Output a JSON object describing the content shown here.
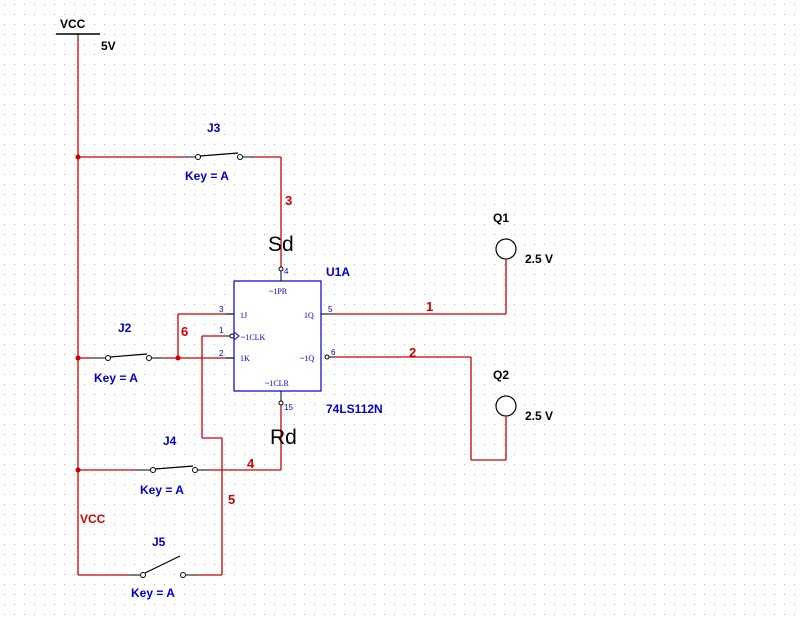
{
  "colors": {
    "wire": "#cc0000",
    "component": "#0000cc",
    "black": "#000000",
    "grid": "#b0b0b0"
  },
  "power": {
    "name": "VCC",
    "value": "5V",
    "net_label": "VCC"
  },
  "ic": {
    "ref": "U1A",
    "part": "74LS112N",
    "pins": {
      "pr": "~1PR",
      "j": "1J",
      "clk": "~1CLK",
      "k": "1K",
      "q": "1Q",
      "qn": "~1Q",
      "clr": "~1CLR"
    },
    "pin_numbers": {
      "pr": "4",
      "j": "3",
      "clk": "1",
      "k": "2",
      "q": "5",
      "qn": "6",
      "clr": "15"
    }
  },
  "switches": [
    {
      "ref": "J3",
      "key": "Key = A"
    },
    {
      "ref": "J2",
      "key": "Key = A"
    },
    {
      "ref": "J4",
      "key": "Key = A"
    },
    {
      "ref": "J5",
      "key": "Key = A"
    }
  ],
  "probes": [
    {
      "ref": "Q1",
      "value": "2.5 V"
    },
    {
      "ref": "Q2",
      "value": "2.5 V"
    }
  ],
  "net_numbers": [
    "1",
    "2",
    "3",
    "4",
    "5",
    "6"
  ],
  "annotations": {
    "sd": "Sd",
    "rd": "Rd"
  }
}
